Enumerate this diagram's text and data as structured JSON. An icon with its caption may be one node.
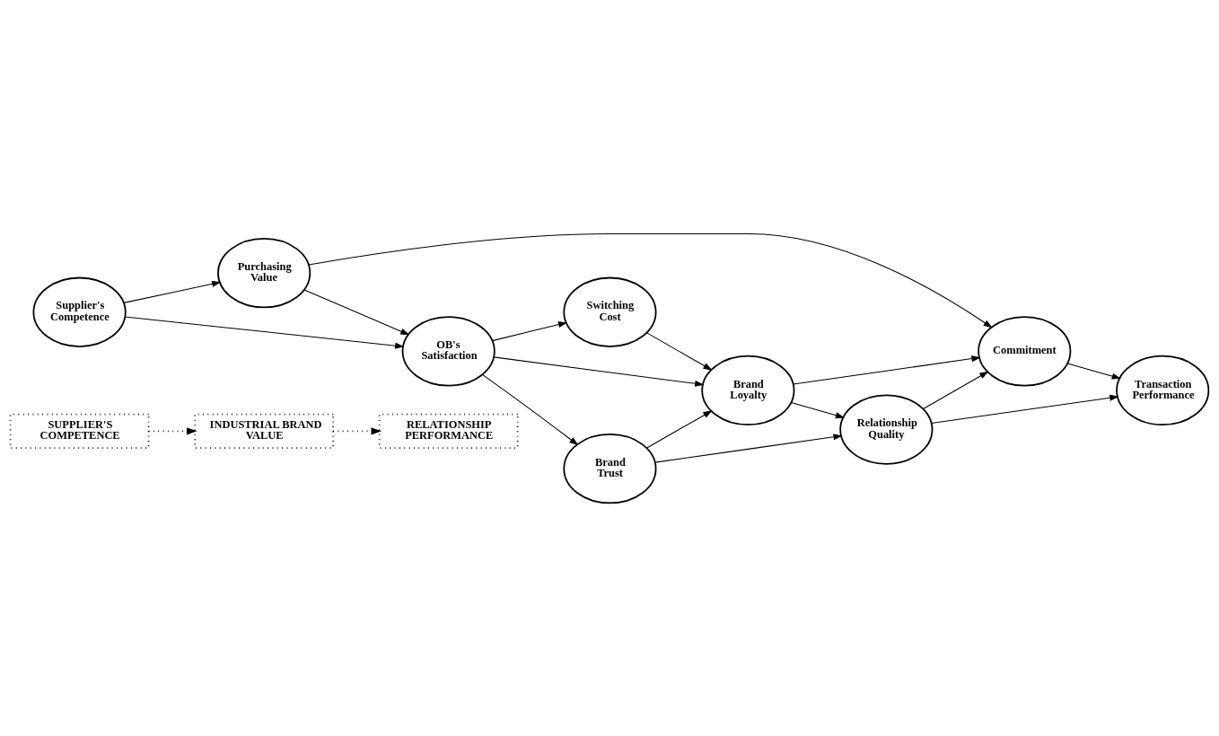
{
  "diagram": {
    "nodes": [
      {
        "text": [
          "SUPPLIER'S COMPETENCE"
        ]
      },
      {
        "text": [
          "INDUSTRIAL BRAND VALUE"
        ]
      },
      {
        "text": [
          "RELATIONSHIP PERFORMANCE"
        ]
      },
      {
        "text": [
          "Purchasing Value"
        ]
      },
      {
        "text": [
          "Commitment"
        ]
      },
      {
        "text": [
          "Supplier's Competence"
        ]
      },
      {
        "text": [
          "Switching Cost"
        ]
      },
      {
        "text": [
          "Brand Loyalty"
        ]
      },
      {
        "text": [
          "Transaction Performance"
        ]
      },
      {
        "text": [
          "Relationship Quality"
        ]
      },
      {
        "text": [
          "OB's Satisfaction"
        ]
      },
      {
        "text": [
          "Brand Trust"
        ]
      }
    ],
    "edges": [
      {
        "from": 0,
        "to": 1,
        "arrow": "to",
        "style": "dashed"
      },
      {
        "from": 1,
        "to": 2,
        "arrow": "to",
        "style": "dashed"
      },
      {
        "from": 5,
        "to": 3,
        "arrow": "to"
      },
      {
        "from": 5,
        "to": 10,
        "arrow": "to"
      },
      {
        "from": 3,
        "to": 4,
        "arrow": "to"
      },
      {
        "from": 3,
        "to": 10,
        "arrow": "to"
      },
      {
        "from": 10,
        "to": 6,
        "arrow": "to"
      },
      {
        "from": 10,
        "to": 7,
        "arrow": "to"
      },
      {
        "from": 10,
        "to": 11,
        "arrow": "to"
      },
      {
        "from": 6,
        "to": 7,
        "arrow": "to"
      },
      {
        "from": 11,
        "to": 7,
        "arrow": "to"
      },
      {
        "from": 11,
        "to": 9,
        "arrow": "to"
      },
      {
        "from": 7,
        "to": 4,
        "arrow": "to"
      },
      {
        "from": 7,
        "to": 9,
        "arrow": "to"
      },
      {
        "from": 9,
        "to": 4,
        "arrow": "to"
      },
      {
        "from": 4,
        "to": 8,
        "arrow": "to"
      },
      {
        "from": 9,
        "to": 8,
        "arrow": "to"
      }
    ]
  }
}
